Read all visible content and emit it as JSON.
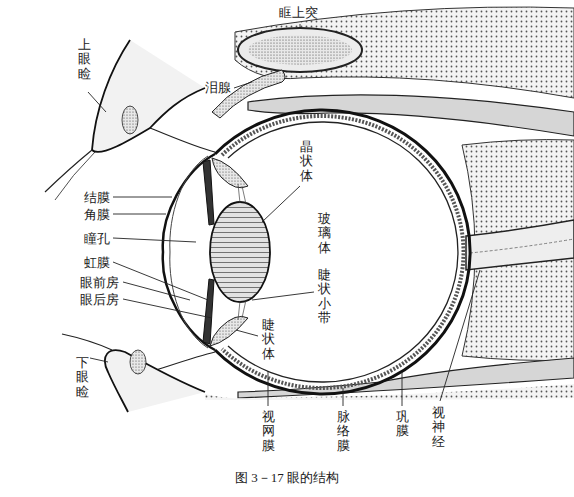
{
  "diagram": {
    "caption": "图 3－17 眼的结构",
    "labels": [
      "眶上突",
      "上眼睑",
      "泪腺",
      "晶状体",
      "结膜",
      "角膜",
      "瞳孔",
      "虹膜",
      "眼前房",
      "眼后房",
      "玻璃体",
      "睫状小带",
      "睫状体",
      "下眼睑",
      "视网膜",
      "脉络膜",
      "巩膜",
      "视神经"
    ]
  }
}
